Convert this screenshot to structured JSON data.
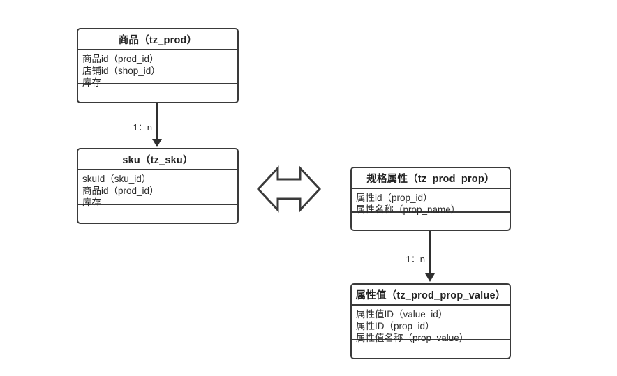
{
  "diagram": {
    "title": "",
    "background_color": "#ffffff",
    "line_color": "#3a3a3a",
    "text_color": "#2b2b2b"
  },
  "entities": [
    {
      "id": "tz_prod",
      "title": "商品（tz_prod）",
      "attributes": [
        "商品id（prod_id）",
        "店铺id（shop_id）",
        "库存"
      ]
    },
    {
      "id": "tz_sku",
      "title": "sku（tz_sku）",
      "attributes": [
        "skuId（sku_id）",
        "商品id（prod_id）",
        "库存"
      ]
    },
    {
      "id": "tz_prod_prop",
      "title": "规格属性（tz_prod_prop）",
      "attributes": [
        "属性id（prop_id）",
        "属性名称（prop_name）"
      ]
    },
    {
      "id": "tz_prod_prop_value",
      "title": "属性值（tz_prod_prop_value）",
      "attributes": [
        "属性值ID（value_id）",
        "属性ID（prop_id）",
        "属性值名称（prop_value）"
      ]
    }
  ],
  "relations": [
    {
      "id": "prod-to-sku",
      "from": "tz_prod",
      "to": "tz_sku",
      "cardinality": "1：n"
    },
    {
      "id": "prop-to-prop-value",
      "from": "tz_prod_prop",
      "to": "tz_prod_prop_value",
      "cardinality": "1：n"
    }
  ],
  "link_arrow": {
    "id": "sku-prop-association",
    "icon": "double-headed-arrow"
  }
}
